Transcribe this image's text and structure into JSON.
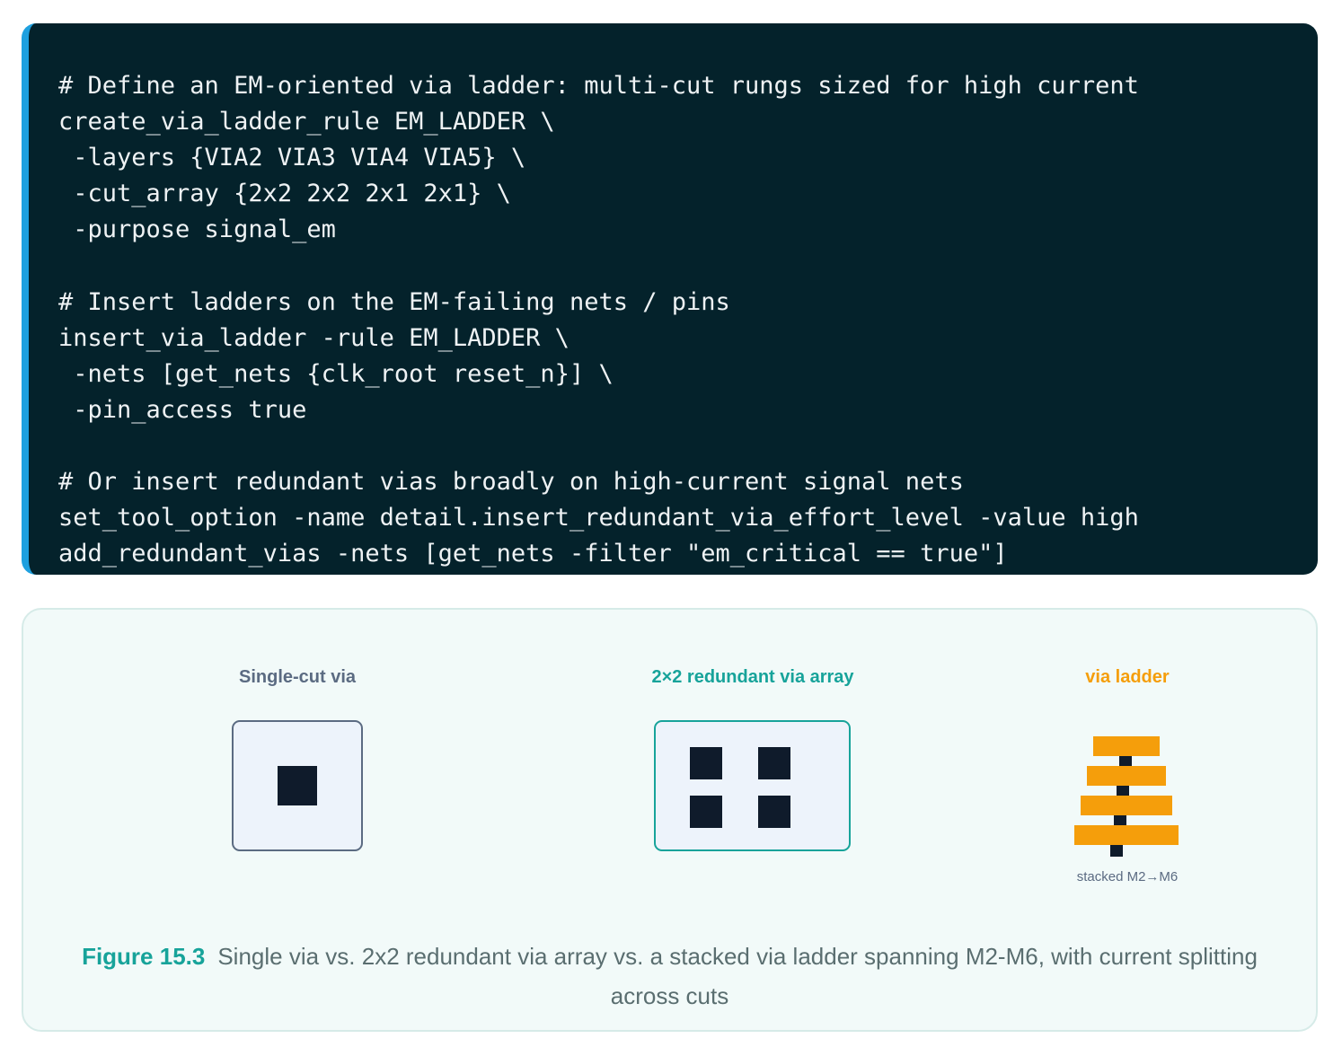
{
  "code": {
    "lines": [
      "# Define an EM-oriented via ladder: multi-cut rungs sized for high current",
      "create_via_ladder_rule EM_LADDER \\",
      " -layers {VIA2 VIA3 VIA4 VIA5} \\",
      " -cut_array {2x2 2x2 2x1 2x1} \\",
      " -purpose signal_em",
      "",
      "# Insert ladders on the EM-failing nets / pins",
      "insert_via_ladder -rule EM_LADDER \\",
      " -nets [get_nets {clk_root reset_n}] \\",
      " -pin_access true",
      "",
      "# Or insert redundant vias broadly on high-current signal nets",
      "set_tool_option -name detail.insert_redundant_via_effort_level -value high",
      "add_redundant_vias -nets [get_nets -filter \"em_critical == true\"]"
    ]
  },
  "figure": {
    "panels": [
      {
        "title": "Single-cut via",
        "color": "#5b6b82"
      },
      {
        "title": "2×2 redundant via array",
        "color": "#17a39a"
      },
      {
        "title": "via ladder",
        "color": "#f59e0b",
        "note": "stacked M2→M6"
      }
    ],
    "caption_label": "Figure 15.3",
    "caption_text": "Single via vs. 2x2 redundant via array vs. a stacked via ladder spanning M2-M6, with current splitting across cuts"
  },
  "colors": {
    "code_bg": "#04222b",
    "code_accent": "#1ea0df",
    "cut_fill": "#0f1b2b",
    "ladder_fill": "#f59e0b",
    "teal": "#17a39a"
  }
}
